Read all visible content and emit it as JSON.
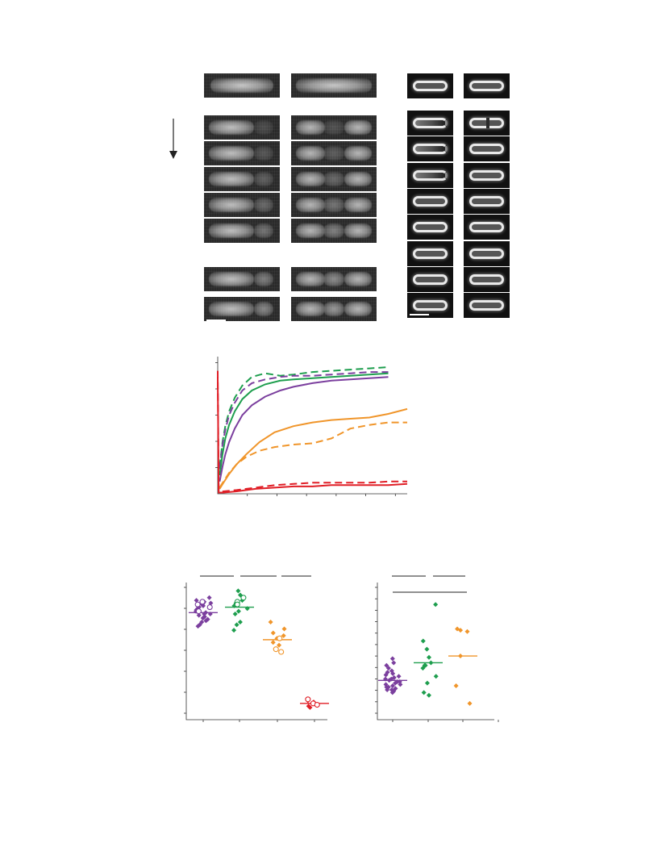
{
  "figure": {
    "panel_a": {
      "description_visible": false
    },
    "panel_b": {
      "series_colors": [
        "#7b3f9e",
        "#1e9e4e",
        "#f0952a",
        "#e01e26"
      ]
    }
  },
  "chart_data": [
    {
      "type": "line",
      "title": "",
      "xlabel": "",
      "ylabel": "",
      "xlim": [
        0,
        10
      ],
      "ylim": [
        0,
        1.05
      ],
      "series": [
        {
          "style": "dashed",
          "color": "#1e9e4e",
          "x": [
            0.1,
            0.25,
            0.4,
            0.6,
            0.9,
            1.3,
            1.8,
            2.5,
            3.3,
            4.0,
            5.0,
            6.0,
            7.0,
            8.0,
            9.0
          ],
          "y": [
            0.22,
            0.42,
            0.55,
            0.67,
            0.78,
            0.88,
            0.95,
            0.98,
            0.96,
            0.97,
            0.99,
            1.0,
            1.01,
            1.02,
            1.03
          ]
        },
        {
          "style": "dashed",
          "color": "#7b3f9e",
          "x": [
            0.1,
            0.25,
            0.4,
            0.6,
            0.9,
            1.3,
            1.8,
            2.5,
            3.3,
            4.0,
            5.0,
            6.0,
            7.0,
            8.0,
            9.0
          ],
          "y": [
            0.2,
            0.4,
            0.52,
            0.64,
            0.74,
            0.84,
            0.9,
            0.93,
            0.95,
            0.96,
            0.96,
            0.97,
            0.98,
            0.99,
            0.99
          ]
        },
        {
          "style": "solid",
          "color": "#1e9e4e",
          "x": [
            0.1,
            0.25,
            0.4,
            0.6,
            0.9,
            1.3,
            1.8,
            2.5,
            3.3,
            4.0,
            5.0,
            6.0,
            7.0,
            8.0,
            9.0
          ],
          "y": [
            0.15,
            0.32,
            0.45,
            0.56,
            0.67,
            0.77,
            0.84,
            0.89,
            0.92,
            0.93,
            0.94,
            0.95,
            0.96,
            0.97,
            0.98
          ]
        },
        {
          "style": "solid",
          "color": "#7b3f9e",
          "x": [
            0.1,
            0.25,
            0.4,
            0.6,
            0.9,
            1.3,
            1.8,
            2.5,
            3.3,
            4.0,
            5.0,
            6.0,
            7.0,
            8.0,
            9.0
          ],
          "y": [
            0.1,
            0.22,
            0.32,
            0.42,
            0.53,
            0.64,
            0.72,
            0.79,
            0.84,
            0.87,
            0.9,
            0.92,
            0.93,
            0.94,
            0.95
          ]
        },
        {
          "style": "solid",
          "color": "#f0952a",
          "x": [
            0.1,
            0.3,
            0.6,
            1.0,
            1.5,
            2.2,
            3.0,
            4.0,
            5.0,
            6.0,
            7.0,
            8.0,
            9.0,
            10.0
          ],
          "y": [
            0.04,
            0.09,
            0.16,
            0.24,
            0.32,
            0.42,
            0.5,
            0.55,
            0.58,
            0.6,
            0.61,
            0.62,
            0.65,
            0.69
          ]
        },
        {
          "style": "dashed",
          "color": "#f0952a",
          "x": [
            0.1,
            0.3,
            0.6,
            1.0,
            1.5,
            2.2,
            3.0,
            4.0,
            5.0,
            6.0,
            7.0,
            8.0,
            9.0,
            10.0
          ],
          "y": [
            0.05,
            0.1,
            0.17,
            0.24,
            0.3,
            0.35,
            0.38,
            0.4,
            0.41,
            0.45,
            0.53,
            0.56,
            0.58,
            0.58
          ]
        },
        {
          "style": "dashed",
          "color": "#e01e26",
          "x": [
            0,
            0.05,
            0.3,
            1.0,
            2.0,
            3.0,
            4.0,
            5.0,
            6.0,
            7.0,
            8.0,
            9.0,
            10.0
          ],
          "y": [
            1.0,
            0.02,
            0.02,
            0.03,
            0.05,
            0.07,
            0.08,
            0.09,
            0.09,
            0.09,
            0.09,
            0.1,
            0.1
          ]
        },
        {
          "style": "solid",
          "color": "#e01e26",
          "x": [
            0,
            0.05,
            0.3,
            1.0,
            2.0,
            3.0,
            4.0,
            5.0,
            6.0,
            7.0,
            8.0,
            9.0,
            10.0
          ],
          "y": [
            0.95,
            0.01,
            0.01,
            0.02,
            0.04,
            0.05,
            0.06,
            0.06,
            0.07,
            0.07,
            0.07,
            0.07,
            0.08
          ]
        }
      ]
    },
    {
      "type": "scatter",
      "title": "",
      "categories": [
        "",
        "",
        "",
        ""
      ],
      "ylim": [
        0,
        1.0
      ],
      "groups": [
        {
          "color": "#7b3f9e",
          "median": 0.79,
          "filled": [
            0.75,
            0.78,
            0.8,
            0.83,
            0.85,
            0.86,
            0.88,
            0.9,
            0.76,
            0.72,
            0.7,
            0.74,
            0.79,
            0.81,
            0.84,
            0.77,
            0.73,
            0.82,
            0.87,
            0.75,
            0.69,
            0.8,
            0.78,
            0.86
          ],
          "open": [
            0.85,
            0.87,
            0.83,
            0.8
          ]
        },
        {
          "color": "#1e9e4e",
          "median": 0.83,
          "filled": [
            0.95,
            0.92,
            0.88,
            0.86,
            0.84,
            0.82,
            0.8,
            0.78,
            0.72,
            0.7,
            0.66
          ],
          "open": [
            0.9,
            0.87,
            0.85
          ]
        },
        {
          "color": "#f0952a",
          "median": 0.59,
          "filled": [
            0.72,
            0.67,
            0.64,
            0.62,
            0.6,
            0.57,
            0.55
          ],
          "open": [
            0.52,
            0.5,
            0.6
          ]
        },
        {
          "color": "#e01e26",
          "median": 0.12,
          "filled": [
            0.1,
            0.09,
            0.13,
            0.14
          ],
          "open": [
            0.15,
            0.12,
            0.11
          ]
        }
      ]
    },
    {
      "type": "scatter",
      "title": "",
      "categories": [
        "",
        "",
        ""
      ],
      "ylim": [
        0,
        1.0
      ],
      "groups": [
        {
          "color": "#7b3f9e",
          "median": 0.29,
          "filled": [
            0.45,
            0.42,
            0.4,
            0.38,
            0.36,
            0.34,
            0.33,
            0.32,
            0.31,
            0.3,
            0.29,
            0.28,
            0.27,
            0.26,
            0.25,
            0.24,
            0.23,
            0.22,
            0.21,
            0.2,
            0.35,
            0.3,
            0.28,
            0.26,
            0.24,
            0.22
          ]
        },
        {
          "color": "#1e9e4e",
          "median": 0.42,
          "filled": [
            0.85,
            0.58,
            0.52,
            0.46,
            0.42,
            0.4,
            0.38,
            0.32,
            0.27,
            0.2,
            0.18,
            0.4
          ]
        },
        {
          "color": "#f0952a",
          "median": 0.47,
          "filled": [
            0.67,
            0.65,
            0.66,
            0.47,
            0.25,
            0.12
          ]
        }
      ]
    }
  ]
}
